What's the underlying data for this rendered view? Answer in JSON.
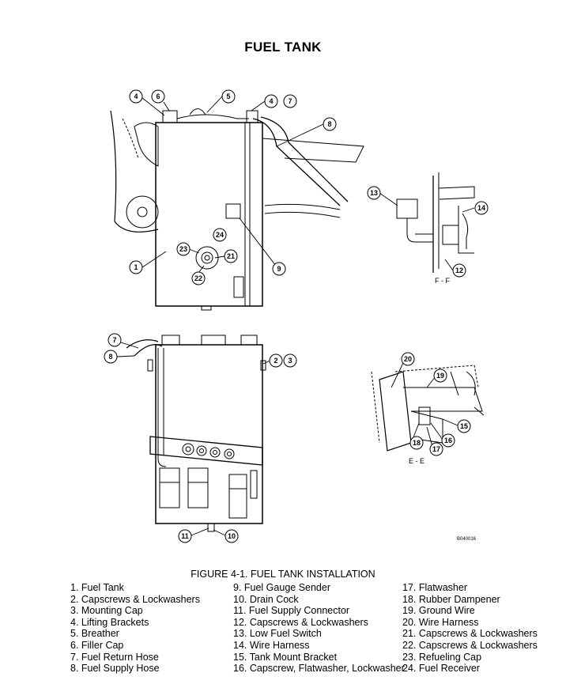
{
  "title": "FUEL TANK",
  "caption": "FIGURE 4-1.  FUEL TANK INSTALLATION",
  "view_labels": {
    "ff": "F - F",
    "ee": "E - E"
  },
  "drawing_code": "B040016",
  "legend": {
    "col1": [
      "1. Fuel Tank",
      "2. Capscrews & Lockwashers",
      "3. Mounting Cap",
      "4. Lifting Brackets",
      "5. Breather",
      "6. Filler Cap",
      "7. Fuel Return Hose",
      "8. Fuel Supply Hose"
    ],
    "col2": [
      "9. Fuel Gauge Sender",
      "10. Drain Cock",
      "11. Fuel Supply Connector",
      "12. Capscrews & Lockwashers",
      "13. Low Fuel Switch",
      "14. Wire Harness",
      "15. Tank Mount Bracket",
      "16. Capscrew, Flatwasher, Lockwasher"
    ],
    "col3": [
      "17. Flatwasher",
      "18. Rubber Dampener",
      "19. Ground Wire",
      "20. Wire Harness",
      "21. Capscrews & Lockwashers",
      "22. Capscrews & Lockwashers",
      "23. Refueling Cap",
      "24. Fuel Receiver"
    ]
  },
  "callouts": {
    "top_view": [
      "4",
      "6",
      "5",
      "4",
      "7",
      "8",
      "13",
      "14",
      "12",
      "1",
      "23",
      "24",
      "21",
      "22",
      "9"
    ],
    "bottom_view": [
      "7",
      "8",
      "2",
      "3",
      "11",
      "10"
    ],
    "detail_ee": [
      "20",
      "19",
      "15",
      "16",
      "17",
      "18"
    ]
  }
}
